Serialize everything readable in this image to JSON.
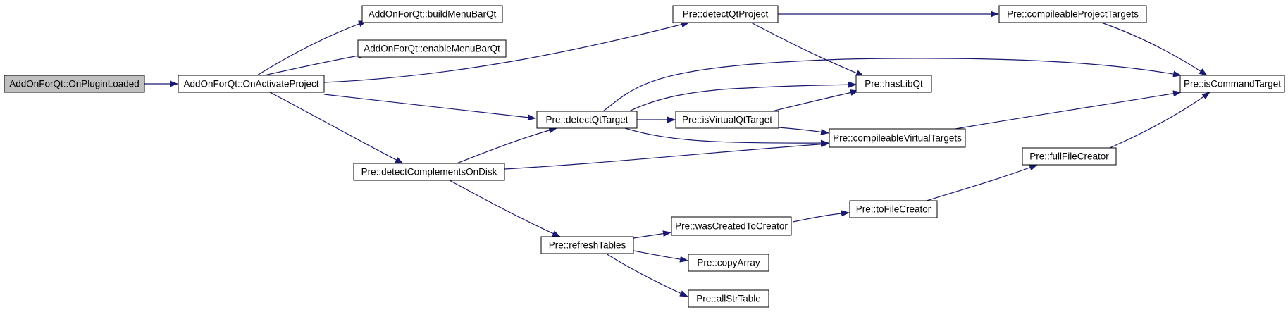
{
  "colors": {
    "edge": "#191970",
    "node_fill": "#ffffff",
    "root_fill": "#bfbfbf",
    "node_border": "#000000"
  },
  "nodes": [
    {
      "id": "n_onpluginloaded",
      "label": "AddOnForQt::OnPluginLoaded",
      "root": true
    },
    {
      "id": "n_onactivateproject",
      "label": "AddOnForQt::OnActivateProject"
    },
    {
      "id": "n_buildmenubarqt",
      "label": "AddOnForQt::buildMenuBarQt"
    },
    {
      "id": "n_enablemenubarqt",
      "label": "AddOnForQt::enableMenuBarQt"
    },
    {
      "id": "n_detectqtproject",
      "label": "Pre::detectQtProject"
    },
    {
      "id": "n_compileableprojecttargets",
      "label": "Pre::compileableProjectTargets"
    },
    {
      "id": "n_iscommandtarget",
      "label": "Pre::isCommandTarget"
    },
    {
      "id": "n_haslibqt",
      "label": "Pre::hasLibQt"
    },
    {
      "id": "n_detectqttarget",
      "label": "Pre::detectQtTarget"
    },
    {
      "id": "n_isvirtualqttarget",
      "label": "Pre::isVirtualQtTarget"
    },
    {
      "id": "n_compileablevirtualtargets",
      "label": "Pre::compileableVirtualTargets"
    },
    {
      "id": "n_detectcomplementsondisk",
      "label": "Pre::detectComplementsOnDisk"
    },
    {
      "id": "n_fullfilecreator",
      "label": "Pre::fullFileCreator"
    },
    {
      "id": "n_tofilecreator",
      "label": "Pre::toFileCreator"
    },
    {
      "id": "n_wascreatedtocreator",
      "label": "Pre::wasCreatedToCreator"
    },
    {
      "id": "n_refreshtables",
      "label": "Pre::refreshTables"
    },
    {
      "id": "n_copyarray",
      "label": "Pre::copyArray"
    },
    {
      "id": "n_allstrtable",
      "label": "Pre::allStrTable"
    }
  ],
  "edges": [
    {
      "from": "n_onpluginloaded",
      "to": "n_onactivateproject"
    },
    {
      "from": "n_onactivateproject",
      "to": "n_buildmenubarqt"
    },
    {
      "from": "n_onactivateproject",
      "to": "n_enablemenubarqt"
    },
    {
      "from": "n_onactivateproject",
      "to": "n_detectqtproject"
    },
    {
      "from": "n_onactivateproject",
      "to": "n_detectqttarget"
    },
    {
      "from": "n_onactivateproject",
      "to": "n_detectcomplementsondisk"
    },
    {
      "from": "n_detectqtproject",
      "to": "n_compileableprojecttargets"
    },
    {
      "from": "n_detectqtproject",
      "to": "n_haslibqt"
    },
    {
      "from": "n_compileableprojecttargets",
      "to": "n_iscommandtarget"
    },
    {
      "from": "n_detectqttarget",
      "to": "n_iscommandtarget"
    },
    {
      "from": "n_detectqttarget",
      "to": "n_haslibqt"
    },
    {
      "from": "n_detectqttarget",
      "to": "n_isvirtualqttarget"
    },
    {
      "from": "n_detectqttarget",
      "to": "n_compileablevirtualtargets"
    },
    {
      "from": "n_isvirtualqttarget",
      "to": "n_haslibqt"
    },
    {
      "from": "n_isvirtualqttarget",
      "to": "n_compileablevirtualtargets"
    },
    {
      "from": "n_compileablevirtualtargets",
      "to": "n_iscommandtarget"
    },
    {
      "from": "n_detectcomplementsondisk",
      "to": "n_detectqttarget"
    },
    {
      "from": "n_detectcomplementsondisk",
      "to": "n_compileablevirtualtargets"
    },
    {
      "from": "n_detectcomplementsondisk",
      "to": "n_refreshtables"
    },
    {
      "from": "n_fullfilecreator",
      "to": "n_iscommandtarget"
    },
    {
      "from": "n_tofilecreator",
      "to": "n_fullfilecreator"
    },
    {
      "from": "n_wascreatedtocreator",
      "to": "n_tofilecreator"
    },
    {
      "from": "n_refreshtables",
      "to": "n_wascreatedtocreator"
    },
    {
      "from": "n_refreshtables",
      "to": "n_copyarray"
    },
    {
      "from": "n_refreshtables",
      "to": "n_allstrtable"
    }
  ]
}
